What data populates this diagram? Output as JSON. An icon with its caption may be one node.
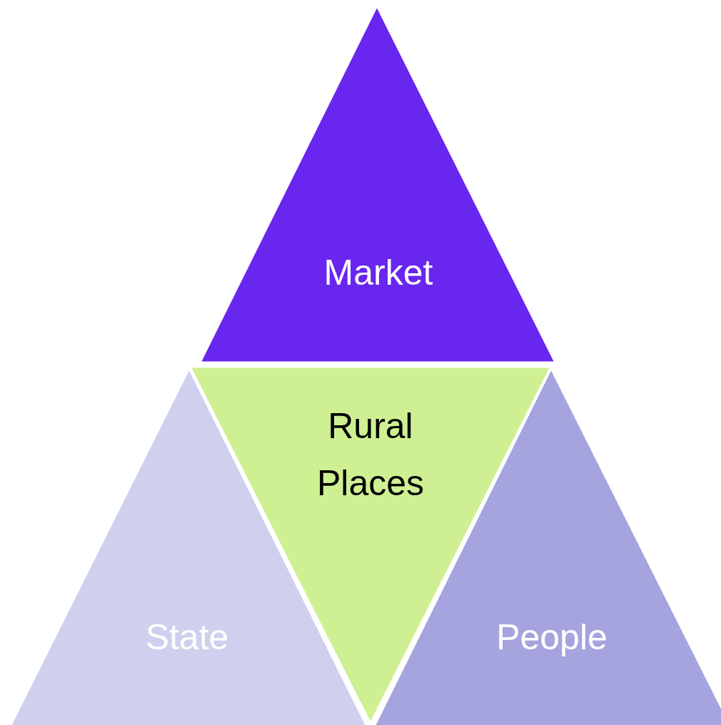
{
  "diagram": {
    "nodes": [
      {
        "text": [
          "Market"
        ]
      },
      {
        "text": [
          "Rural Places"
        ]
      },
      {
        "text": [
          "State"
        ]
      },
      {
        "text": [
          "People"
        ]
      }
    ]
  }
}
